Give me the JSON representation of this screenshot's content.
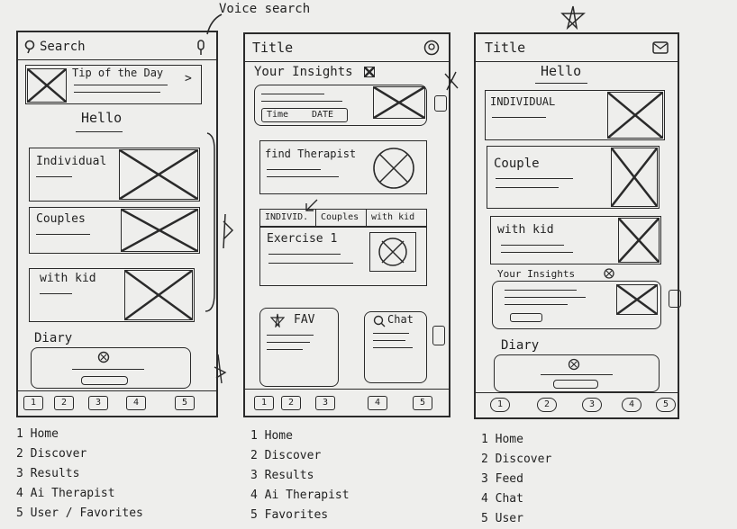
{
  "annotations": {
    "voice_search": "Voice search"
  },
  "screen1": {
    "search_label": "Search",
    "tip_of_day": "Tip of the Day",
    "tip_arrow": ">",
    "hello": "Hello",
    "cards": [
      "Individual",
      "Couples",
      "with kid"
    ],
    "diary": "Diary",
    "tabs": [
      "1",
      "2",
      "3",
      "4",
      "5"
    ],
    "legend": [
      "1 Home",
      "2 Discover",
      "3 Results",
      "4 Ai Therapist",
      "5 User / Favorites"
    ]
  },
  "screen2": {
    "title": "Title",
    "insights": "Your Insights",
    "time": "Time",
    "date": "DATE",
    "find_therapist": "find Therapist",
    "segments": [
      "INDIVID.",
      "Couples",
      "with kid"
    ],
    "exercise": "Exercise 1",
    "fav": "FAV",
    "chat": "Chat",
    "tabs": [
      "1",
      "2",
      "3",
      "4",
      "5"
    ],
    "legend": [
      "1 Home",
      "2 Discover",
      "3 Results",
      "4 Ai Therapist",
      "5 Favorites"
    ]
  },
  "screen3": {
    "title": "Title",
    "hello": "Hello",
    "cards": [
      "INDIVIDUAL",
      "Couple",
      "with kid"
    ],
    "insights": "Your Insights",
    "diary": "Diary",
    "tabs": [
      "1",
      "2",
      "3",
      "4",
      "5"
    ],
    "legend": [
      "1 Home",
      "2 Discover",
      "3 Feed",
      "4 Chat",
      "5 User"
    ]
  }
}
